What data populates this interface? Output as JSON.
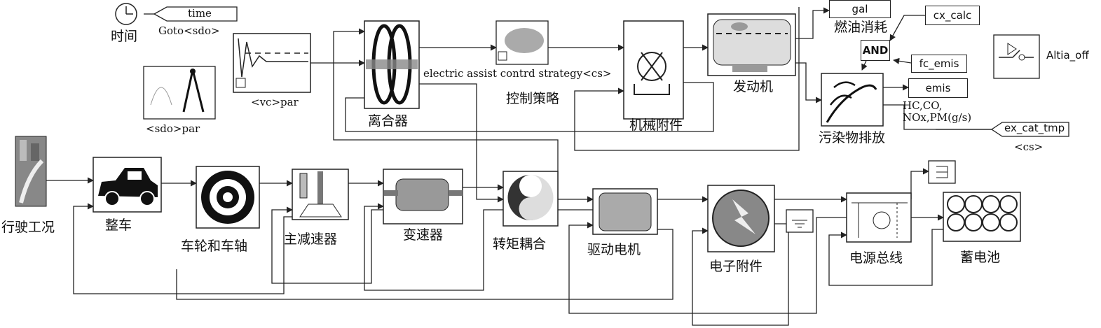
{
  "blocks": {
    "drive_cycle": "行驶工况",
    "vehicle": "整车",
    "wheel_axle": "车轮和车轴",
    "final_drive": "主减速器",
    "gearbox": "变速器",
    "torque_coupler": "转矩耦合",
    "motor": "驱动电机",
    "elec_accessory": "电子附件",
    "power_bus": "电源总线",
    "battery": "蓄电池",
    "clutch": "离合器",
    "control_strategy": "控制策略",
    "mech_accessory": "机械附件",
    "engine": "发动机",
    "fuel_use": "燃油消耗",
    "emissions": "污染物排放"
  },
  "annotations": {
    "clock": "时间",
    "goto_sdo": "Goto<sdo>",
    "time_tag": "time",
    "sdo_par": "<sdo>par",
    "vc_par": "<vc>par",
    "strategy_cs": "electric assist contrd strategy<cs>",
    "gal": "gal",
    "cx_calc": "cx_calc",
    "and_gate": "AND",
    "fc_emis": "fc_emis",
    "altia_off": "Altia_off",
    "emis": "emis",
    "pollutants": "HC,CO,\nNOx,PM(g/s)",
    "ex_cat_tmp": "ex_cat_tmp",
    "cs": "<cs>"
  }
}
